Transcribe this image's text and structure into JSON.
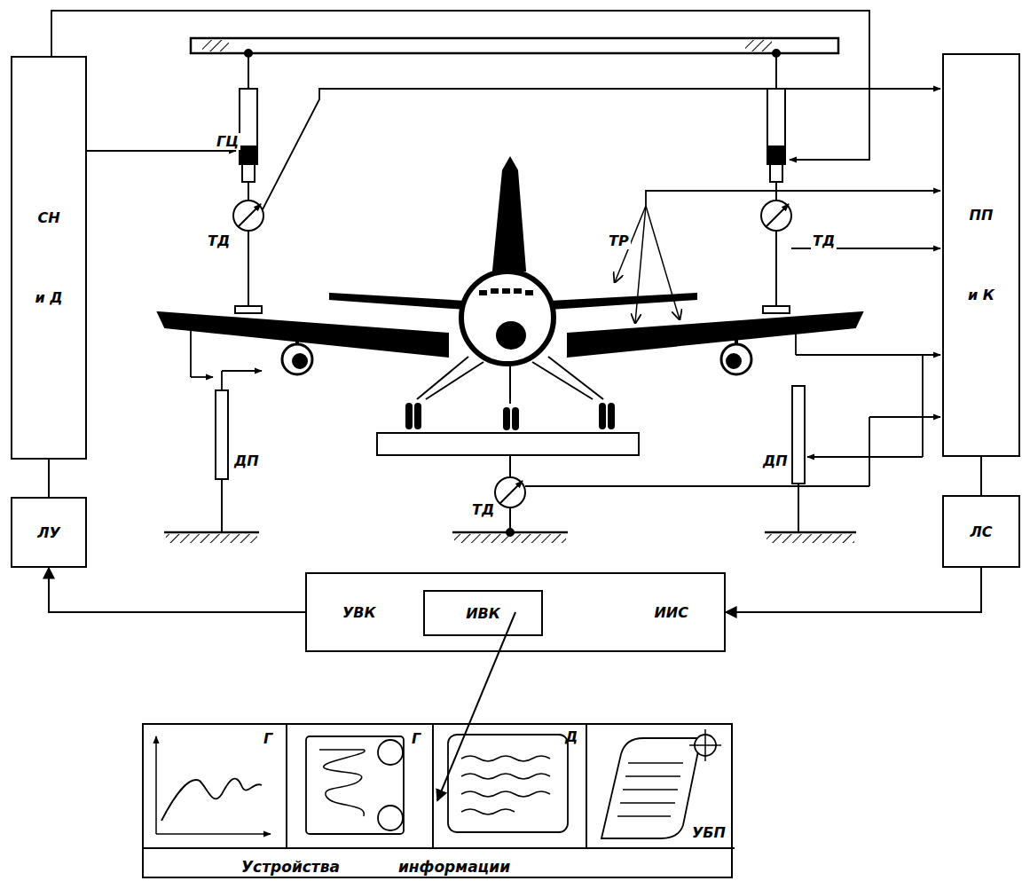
{
  "diagram": {
    "nodes": [
      {
        "text": [
          "СН и Д"
        ]
      },
      {
        "text": [
          "ПП и К"
        ]
      },
      {
        "text": [
          "ЛУ"
        ]
      },
      {
        "text": [
          "ЛС"
        ]
      },
      {
        "text": [
          "УВК",
          "ИИС"
        ]
      },
      {
        "text": [
          "ИВК"
        ],
        "in": 4
      },
      {
        "text": [
          "Устройства информации"
        ]
      },
      {
        "text": [
          "Г"
        ],
        "in": 6
      },
      {
        "text": [
          "Г"
        ],
        "in": 6
      },
      {
        "text": [
          "Д"
        ],
        "in": 6
      },
      {
        "text": [
          "УБП"
        ],
        "in": 6
      }
    ],
    "edges": [
      {
        "from": 0,
        "to": 2,
        "arrow": "none"
      },
      {
        "from": 1,
        "to": 3,
        "arrow": "none"
      },
      {
        "from": 3,
        "to": 4,
        "arrow": "to"
      },
      {
        "from": 4,
        "to": 2,
        "arrow": "to"
      },
      {
        "from": 4,
        "to": 6,
        "arrow": "to"
      }
    ],
    "labels": [
      "ГЦ",
      "ТД",
      "ТР",
      "ТД",
      "ДП",
      "ДП",
      "ТД"
    ]
  }
}
